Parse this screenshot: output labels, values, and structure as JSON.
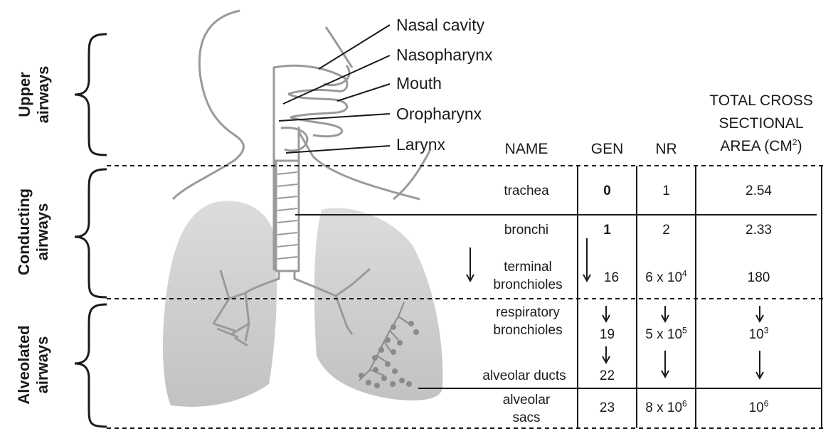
{
  "sides": {
    "upper": [
      "Upper",
      "airways"
    ],
    "conducting": [
      "Conducting",
      "airways"
    ],
    "alveolated": [
      "Alveolated",
      "airways"
    ]
  },
  "anatomy_labels": {
    "nasal_cavity": "Nasal cavity",
    "nasopharynx": "Nasopharynx",
    "mouth": "Mouth",
    "oropharynx": "Oropharynx",
    "larynx": "Larynx"
  },
  "table": {
    "headers": {
      "name": "NAME",
      "gen": "GEN",
      "nr": "NR",
      "area": [
        "TOTAL CROSS",
        "SECTIONAL",
        "AREA (CM",
        "2",
        ")"
      ]
    },
    "rows": [
      {
        "name": [
          "trachea"
        ],
        "gen": "0",
        "nr": "1",
        "area": "2.54"
      },
      {
        "name": [
          "bronchi"
        ],
        "gen": "1",
        "nr": "2",
        "area": "2.33"
      },
      {
        "name": [
          "terminal",
          "bronchioles"
        ],
        "gen": "16",
        "nr_base": "6 x 10",
        "nr_exp": "4",
        "area": "180"
      },
      {
        "name": [
          "respiratory",
          "bronchioles"
        ],
        "gen": "19",
        "nr_base": "5 x 10",
        "nr_exp": "5",
        "area_base": "10",
        "area_exp": "3"
      },
      {
        "name": [
          "alveolar ducts"
        ],
        "gen": "22"
      },
      {
        "name": [
          "alveolar",
          "sacs"
        ],
        "gen": "23",
        "nr_base": "8 x 10",
        "nr_exp": "6",
        "area_base": "10",
        "area_exp": "6"
      }
    ]
  },
  "colors": {
    "lung_fill": "#c8c8c8",
    "lung_top": "#d9d9d9",
    "airway_outline": "#9a9a9a",
    "text": "#1a1a1a"
  }
}
